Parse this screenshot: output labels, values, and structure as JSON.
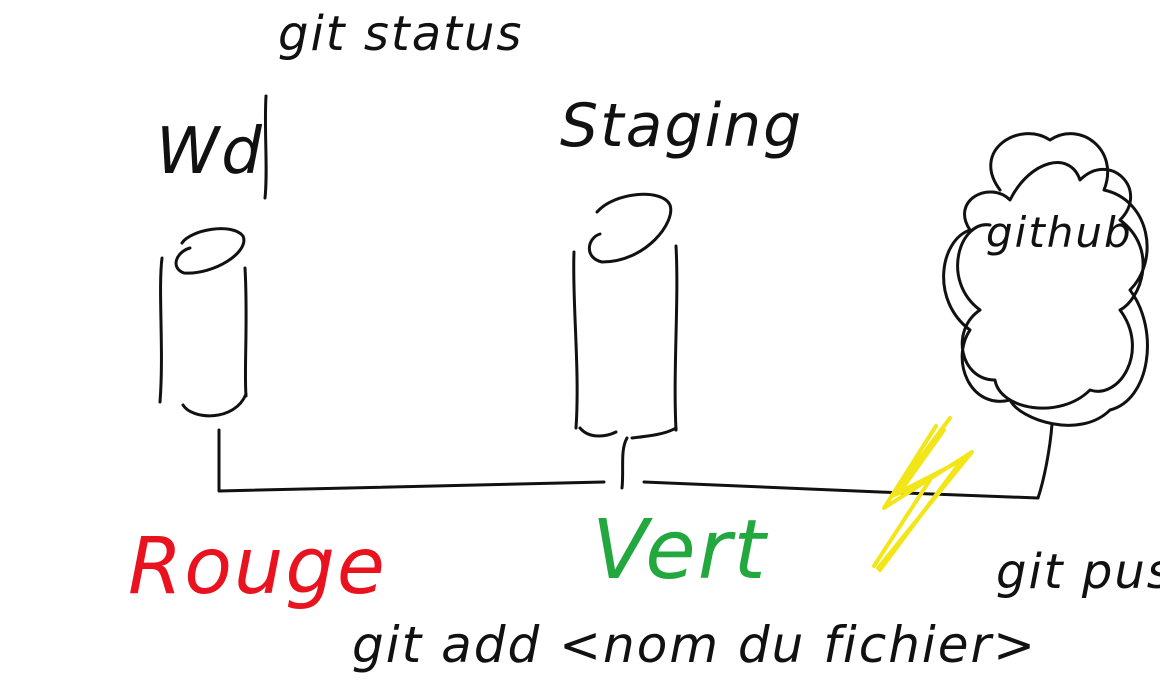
{
  "texts": {
    "title": "git status",
    "working_dir": "Wd",
    "staging": "Staging",
    "github": "github",
    "red_label": "Rouge",
    "green_label": "Vert",
    "push_cmd": "git push",
    "add_cmd": "git add <nom du fichier>"
  },
  "colors": {
    "ink": "#111111",
    "red": "#e8131f",
    "green": "#22a83f",
    "lightning": "#f2e619"
  },
  "icons": [
    "cylinder-icon",
    "cylinder-icon",
    "cloud-icon",
    "lightning-icon"
  ]
}
